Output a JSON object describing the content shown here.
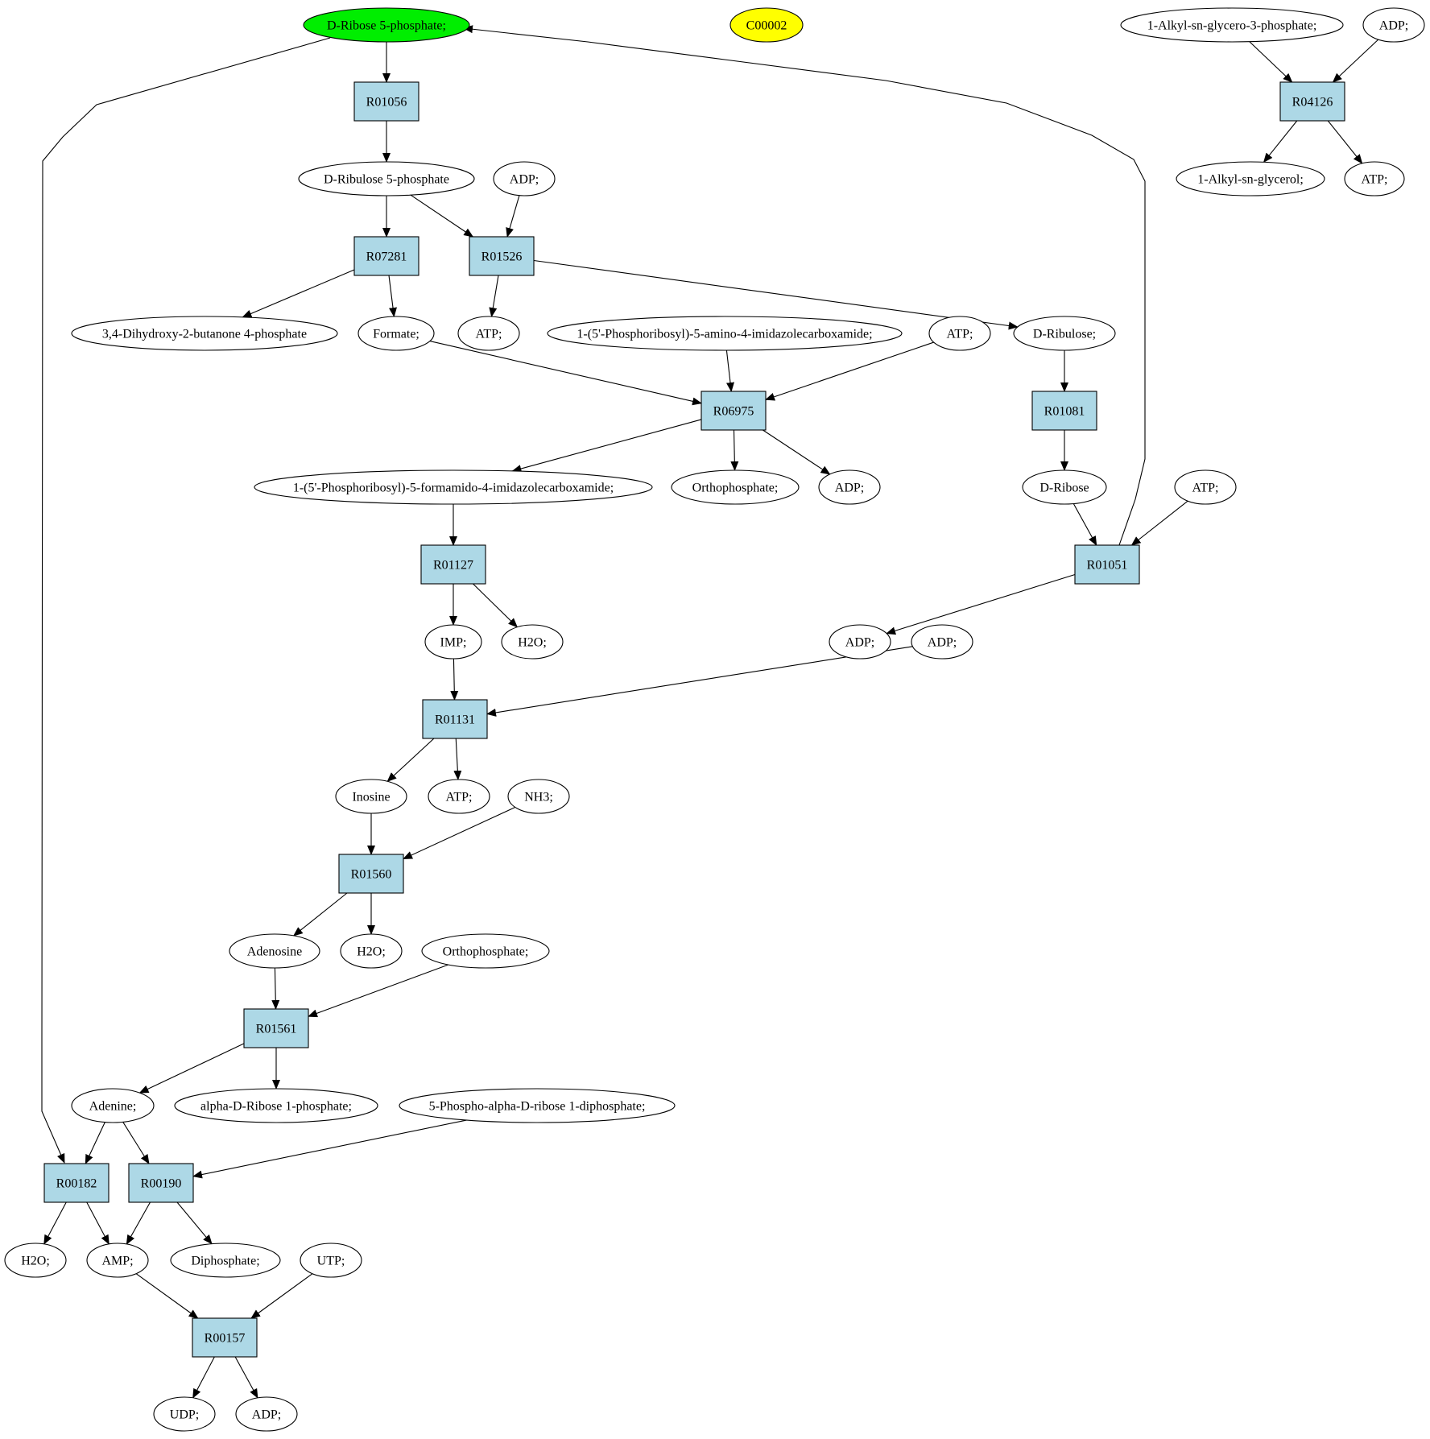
{
  "colors": {
    "reaction_fill": "#add8e6",
    "compound_fill": "#ffffff",
    "highlight_green": "#00ee00",
    "highlight_yellow": "#ffff00",
    "line": "#000000"
  },
  "nodes": [
    {
      "id": "n_dr5p",
      "kind": "compound",
      "label": "D-Ribose 5-phosphate;",
      "fill": "highlight_green"
    },
    {
      "id": "n_c00002",
      "kind": "compound",
      "label": "C00002",
      "fill": "highlight_yellow"
    },
    {
      "id": "n_alkylg3p",
      "kind": "compound",
      "label": "1-Alkyl-sn-glycero-3-phosphate;"
    },
    {
      "id": "n_adp_tr",
      "kind": "compound",
      "label": "ADP;"
    },
    {
      "id": "r_R01056",
      "kind": "reaction",
      "label": "R01056"
    },
    {
      "id": "r_R04126",
      "kind": "reaction",
      "label": "R04126"
    },
    {
      "id": "n_drl5p",
      "kind": "compound",
      "label": "D-Ribulose 5-phosphate"
    },
    {
      "id": "n_adp_2",
      "kind": "compound",
      "label": "ADP;"
    },
    {
      "id": "n_alkylg",
      "kind": "compound",
      "label": "1-Alkyl-sn-glycerol;"
    },
    {
      "id": "n_atp_tr",
      "kind": "compound",
      "label": "ATP;"
    },
    {
      "id": "r_R07281",
      "kind": "reaction",
      "label": "R07281"
    },
    {
      "id": "r_R01526",
      "kind": "reaction",
      "label": "R01526"
    },
    {
      "id": "n_dhb",
      "kind": "compound",
      "label": "3,4-Dihydroxy-2-butanone 4-phosphate"
    },
    {
      "id": "n_formate",
      "kind": "compound",
      "label": "Formate;"
    },
    {
      "id": "n_atp_3",
      "kind": "compound",
      "label": "ATP;"
    },
    {
      "id": "n_aicar",
      "kind": "compound",
      "label": "1-(5'-Phosphoribosyl)-5-amino-4-imidazolecarboxamide;"
    },
    {
      "id": "n_atp_4",
      "kind": "compound",
      "label": "ATP;"
    },
    {
      "id": "n_drl",
      "kind": "compound",
      "label": "D-Ribulose;"
    },
    {
      "id": "r_R06975",
      "kind": "reaction",
      "label": "R06975"
    },
    {
      "id": "r_R01081",
      "kind": "reaction",
      "label": "R01081"
    },
    {
      "id": "n_faicar",
      "kind": "compound",
      "label": "1-(5'-Phosphoribosyl)-5-formamido-4-imidazolecarboxamide;"
    },
    {
      "id": "n_pi_1",
      "kind": "compound",
      "label": "Orthophosphate;"
    },
    {
      "id": "n_adp_5",
      "kind": "compound",
      "label": "ADP;"
    },
    {
      "id": "n_dribose",
      "kind": "compound",
      "label": "D-Ribose"
    },
    {
      "id": "n_atp_6",
      "kind": "compound",
      "label": "ATP;"
    },
    {
      "id": "r_R01127",
      "kind": "reaction",
      "label": "R01127"
    },
    {
      "id": "r_R01051",
      "kind": "reaction",
      "label": "R01051"
    },
    {
      "id": "n_imp",
      "kind": "compound",
      "label": "IMP;"
    },
    {
      "id": "n_h2o_1",
      "kind": "compound",
      "label": "H2O;"
    },
    {
      "id": "n_adp_7",
      "kind": "compound",
      "label": "ADP;"
    },
    {
      "id": "n_adp_8",
      "kind": "compound",
      "label": "ADP;"
    },
    {
      "id": "r_R01131",
      "kind": "reaction",
      "label": "R01131"
    },
    {
      "id": "n_inosine",
      "kind": "compound",
      "label": "Inosine"
    },
    {
      "id": "n_atp_9",
      "kind": "compound",
      "label": "ATP;"
    },
    {
      "id": "n_nh3",
      "kind": "compound",
      "label": "NH3;"
    },
    {
      "id": "r_R01560",
      "kind": "reaction",
      "label": "R01560"
    },
    {
      "id": "n_adenosine",
      "kind": "compound",
      "label": "Adenosine"
    },
    {
      "id": "n_h2o_2",
      "kind": "compound",
      "label": "H2O;"
    },
    {
      "id": "n_pi_2",
      "kind": "compound",
      "label": "Orthophosphate;"
    },
    {
      "id": "r_R01561",
      "kind": "reaction",
      "label": "R01561"
    },
    {
      "id": "n_adenine",
      "kind": "compound",
      "label": "Adenine;"
    },
    {
      "id": "n_r1p",
      "kind": "compound",
      "label": "alpha-D-Ribose 1-phosphate;"
    },
    {
      "id": "n_prpp",
      "kind": "compound",
      "label": "5-Phospho-alpha-D-ribose 1-diphosphate;"
    },
    {
      "id": "r_R00182",
      "kind": "reaction",
      "label": "R00182"
    },
    {
      "id": "r_R00190",
      "kind": "reaction",
      "label": "R00190"
    },
    {
      "id": "n_h2o_3",
      "kind": "compound",
      "label": "H2O;"
    },
    {
      "id": "n_amp",
      "kind": "compound",
      "label": "AMP;"
    },
    {
      "id": "n_ppi",
      "kind": "compound",
      "label": "Diphosphate;"
    },
    {
      "id": "n_utp",
      "kind": "compound",
      "label": "UTP;"
    },
    {
      "id": "r_R00157",
      "kind": "reaction",
      "label": "R00157"
    },
    {
      "id": "n_udp",
      "kind": "compound",
      "label": "UDP;"
    },
    {
      "id": "n_adp_10",
      "kind": "compound",
      "label": "ADP;"
    }
  ],
  "edges": [
    [
      "n_dr5p",
      "r_R01056"
    ],
    [
      "n_dr5p",
      "r_R00182"
    ],
    [
      "r_R01056",
      "n_drl5p"
    ],
    [
      "n_alkylg3p",
      "r_R04126"
    ],
    [
      "n_adp_tr",
      "r_R04126"
    ],
    [
      "r_R04126",
      "n_alkylg"
    ],
    [
      "r_R04126",
      "n_atp_tr"
    ],
    [
      "n_drl5p",
      "r_R07281"
    ],
    [
      "n_drl5p",
      "r_R01526"
    ],
    [
      "n_adp_2",
      "r_R01526"
    ],
    [
      "r_R07281",
      "n_dhb"
    ],
    [
      "r_R07281",
      "n_formate"
    ],
    [
      "r_R01526",
      "n_atp_3"
    ],
    [
      "r_R01526",
      "n_drl"
    ],
    [
      "n_formate",
      "r_R06975"
    ],
    [
      "n_aicar",
      "r_R06975"
    ],
    [
      "n_atp_4",
      "r_R06975"
    ],
    [
      "n_drl",
      "r_R01081"
    ],
    [
      "r_R06975",
      "n_faicar"
    ],
    [
      "r_R06975",
      "n_pi_1"
    ],
    [
      "r_R06975",
      "n_adp_5"
    ],
    [
      "r_R01081",
      "n_dribose"
    ],
    [
      "n_dribose",
      "r_R01051"
    ],
    [
      "n_atp_6",
      "r_R01051"
    ],
    [
      "r_R01051",
      "n_dr5p"
    ],
    [
      "r_R01051",
      "n_adp_7"
    ],
    [
      "n_faicar",
      "r_R01127"
    ],
    [
      "r_R01127",
      "n_imp"
    ],
    [
      "r_R01127",
      "n_h2o_1"
    ],
    [
      "n_imp",
      "r_R01131"
    ],
    [
      "n_adp_8",
      "r_R01131"
    ],
    [
      "r_R01131",
      "n_inosine"
    ],
    [
      "r_R01131",
      "n_atp_9"
    ],
    [
      "n_inosine",
      "r_R01560"
    ],
    [
      "n_nh3",
      "r_R01560"
    ],
    [
      "r_R01560",
      "n_adenosine"
    ],
    [
      "r_R01560",
      "n_h2o_2"
    ],
    [
      "n_adenosine",
      "r_R01561"
    ],
    [
      "n_pi_2",
      "r_R01561"
    ],
    [
      "r_R01561",
      "n_adenine"
    ],
    [
      "r_R01561",
      "n_r1p"
    ],
    [
      "n_adenine",
      "r_R00182"
    ],
    [
      "n_adenine",
      "r_R00190"
    ],
    [
      "n_prpp",
      "r_R00190"
    ],
    [
      "r_R00182",
      "n_h2o_3"
    ],
    [
      "r_R00182",
      "n_amp"
    ],
    [
      "r_R00190",
      "n_amp"
    ],
    [
      "r_R00190",
      "n_ppi"
    ],
    [
      "n_amp",
      "r_R00157"
    ],
    [
      "n_utp",
      "r_R00157"
    ],
    [
      "r_R00157",
      "n_udp"
    ],
    [
      "r_R00157",
      "n_adp_10"
    ]
  ]
}
